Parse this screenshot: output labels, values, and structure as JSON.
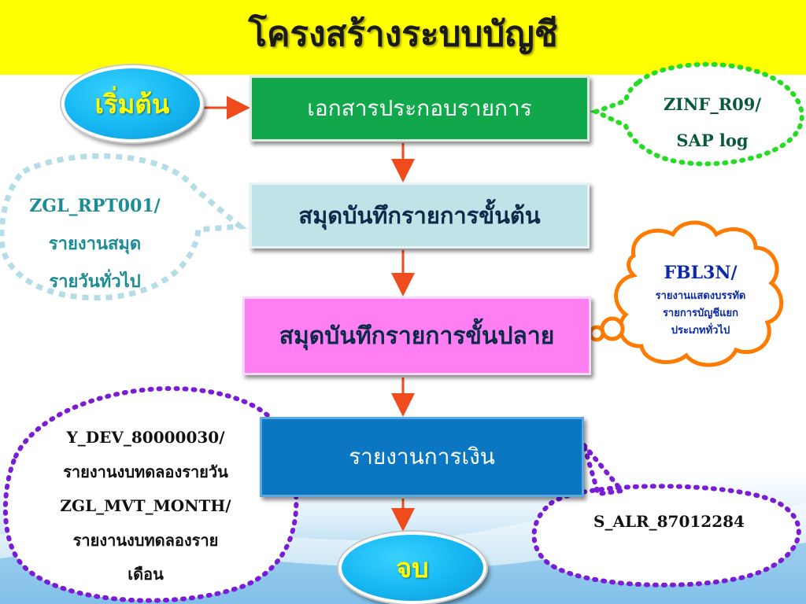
{
  "title": "โครงสร้างระบบบัญชี",
  "flow": {
    "start": "เริ่มต้น",
    "step1": "เอกสารประกอบรายการ",
    "step2": "สมุดบันทึกรายการขั้นต้น",
    "step3": "สมุดบันทึกรายการขั้นปลาย",
    "step4": "รายงานการเงิน",
    "end": "จบ"
  },
  "callouts": {
    "zinf": {
      "line1": "ZINF_R09/",
      "line2": "SAP log"
    },
    "zgl": {
      "line1": "ZGL_RPT001/",
      "line2": "รายงานสมุด",
      "line3": "รายวันทั่วไป"
    },
    "fbl": {
      "line1": "FBL3N/",
      "line2": "รายงานแสดงบรรทัด",
      "line3": "รายการบัญชีแยก",
      "line4": "ประเภททั่วไป"
    },
    "ydev": {
      "line1": "Y_DEV_80000030/",
      "line2": "รายงานงบทดลองรายวัน",
      "line3": "ZGL_MVT_MONTH/",
      "line4": "รายงานงบทดลองราย",
      "line5": "เดือน"
    },
    "salr": {
      "line1": "S_ALR_87012284"
    }
  },
  "colors": {
    "header": "#ffff00",
    "arrow": "#ef4b1d",
    "zinf_border": "#22dd22",
    "zgl_border": "#b5dde6",
    "fbl_border": "#ff7a00",
    "ydev_border": "#7a1bd6",
    "salr_border": "#7a1bd6"
  }
}
